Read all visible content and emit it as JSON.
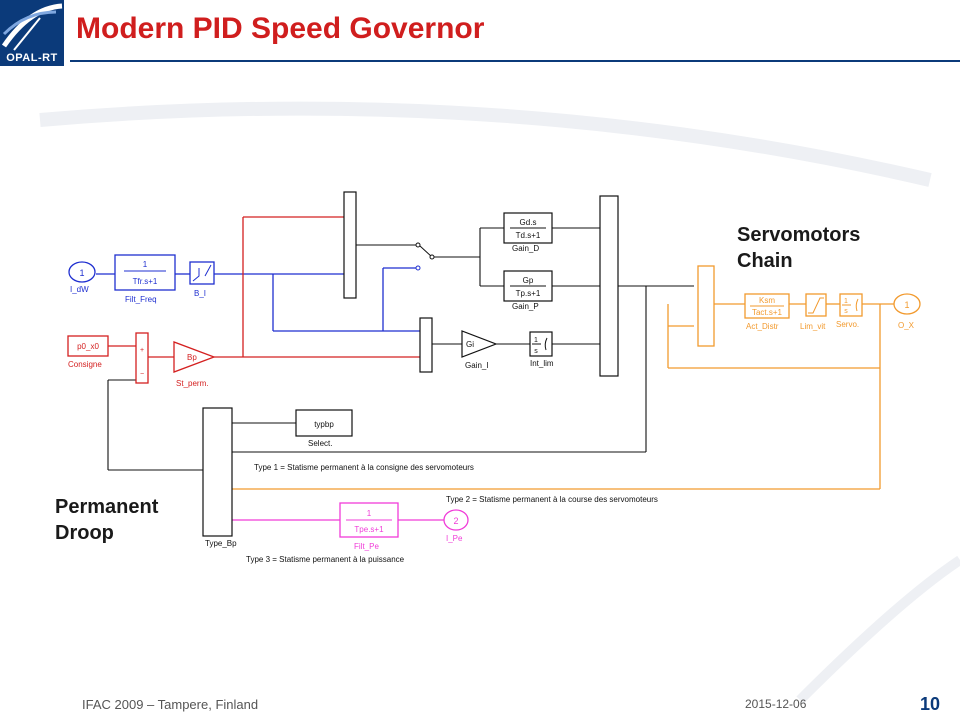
{
  "logo": {
    "text": "OPAL-RT",
    "icon": "opal-rt-logo-icon"
  },
  "title": "Modern PID Speed Governor",
  "callouts": {
    "servo_line1": "Servomotors",
    "servo_line2": "Chain",
    "droop_line1": "Permanent",
    "droop_line2": "Droop"
  },
  "blocks": {
    "in_dw_num": "1",
    "in_dw": "I_dW",
    "filt_freq_num": "1",
    "filt_freq_den": "Tfr.s+1",
    "filt_freq": "Filt_Freq",
    "b_i": "B_I",
    "p0_x0": "p0_x0",
    "consigne": "Consigne",
    "bp": "Bp",
    "st_perm": "St_perm.",
    "gain_d_num": "Gd.s",
    "gain_d_den": "Td.s+1",
    "gain_d": "Gain_D",
    "gain_p_num": "Gp",
    "gain_p_den": "Tp.s+1",
    "gain_p": "Gain_P",
    "gi": "Gi",
    "gain_i": "Gain_I",
    "int_num": "1",
    "int_den": "s",
    "int_lim": "Int_lim",
    "ksm_num": "Ksm",
    "ksm_den": "Tact.s+1",
    "act_distr": "Act_Distr",
    "lim_vit": "Lim_vit",
    "servo_num": "1",
    "servo_den": "s",
    "servo": "Servo.",
    "out_num": "1",
    "out_ox": "O_X",
    "typbp": "typbp",
    "select": "Select.",
    "type_bp": "Type_Bp",
    "filt_pe_num": "1",
    "filt_pe_den": "Tpe.s+1",
    "filt_pe": "Filt_Pe",
    "in_pe_num": "2",
    "in_pe": "I_Pe"
  },
  "annotations": {
    "type1": "Type 1 = Statisme permanent à la consigne des servomoteurs",
    "type2": "Type 2 = Statisme permanent à la course des servomoteurs",
    "type3": "Type 3 = Statisme permanent à la puissance"
  },
  "footer": {
    "event": "IFAC 2009 – Tampere, Finland",
    "date": "2015-12-06",
    "page": "10"
  },
  "colors": {
    "blue": "#1f2fd0",
    "red": "#d42020",
    "black": "#111111",
    "orange": "#f29a2e",
    "magenta": "#f03cd8",
    "title_red": "#d01e1e",
    "brand_blue": "#0b3a7a"
  }
}
